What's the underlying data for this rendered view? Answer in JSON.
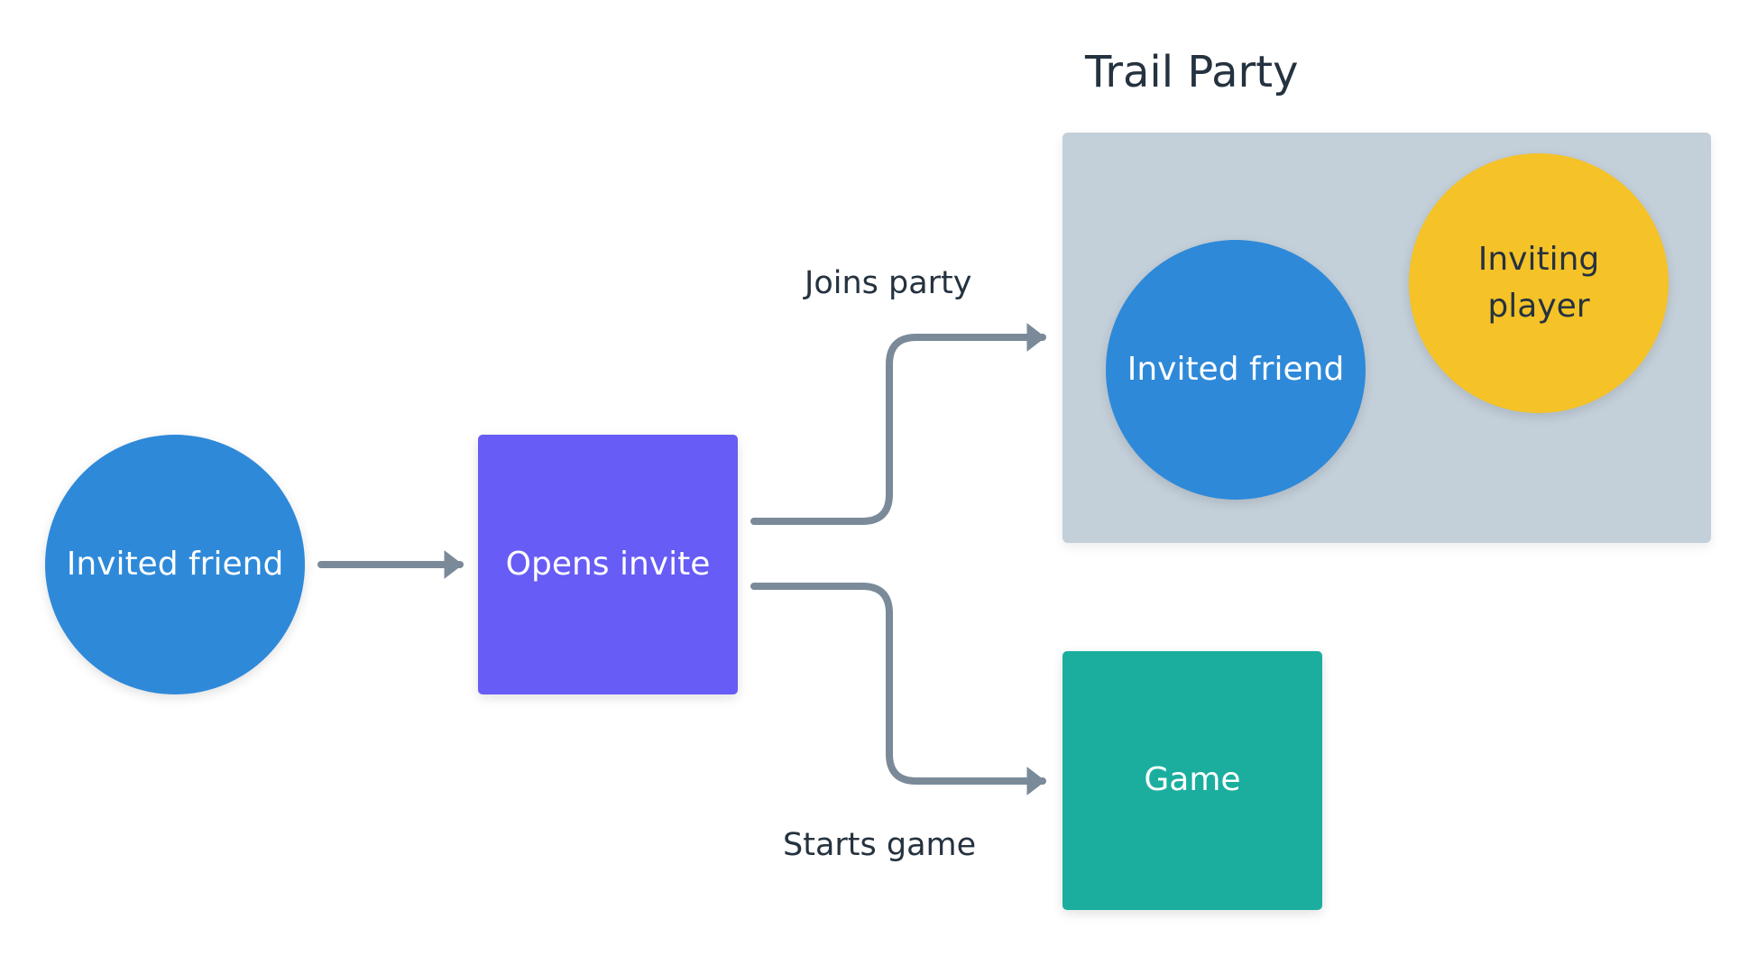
{
  "diagram": {
    "nodes": {
      "invited_friend_start": {
        "label": "Invited friend",
        "shape": "circle",
        "color": "#2e89d9"
      },
      "opens_invite": {
        "label": "Opens invite",
        "shape": "rectangle",
        "color": "#675cf5"
      },
      "game": {
        "label": "Game",
        "shape": "rectangle",
        "color": "#1bae9f"
      },
      "invited_friend_party": {
        "label": "Invited friend",
        "shape": "circle",
        "color": "#2e89d9"
      },
      "inviting_player": {
        "label": "Inviting player",
        "label_lines": [
          "Inviting",
          "player"
        ],
        "shape": "circle",
        "color": "#f5c227"
      }
    },
    "groups": {
      "trail_party": {
        "title": "Trail Party",
        "color": "#c3cfd9",
        "members": [
          "invited_friend_party",
          "inviting_player"
        ]
      }
    },
    "edges": [
      {
        "from": "invited_friend_start",
        "to": "opens_invite",
        "label": ""
      },
      {
        "from": "opens_invite",
        "to": "trail_party",
        "label": "Joins party"
      },
      {
        "from": "opens_invite",
        "to": "game",
        "label": "Starts game"
      }
    ],
    "edge_color": "#7a8a99",
    "text_color": "#25323f"
  }
}
